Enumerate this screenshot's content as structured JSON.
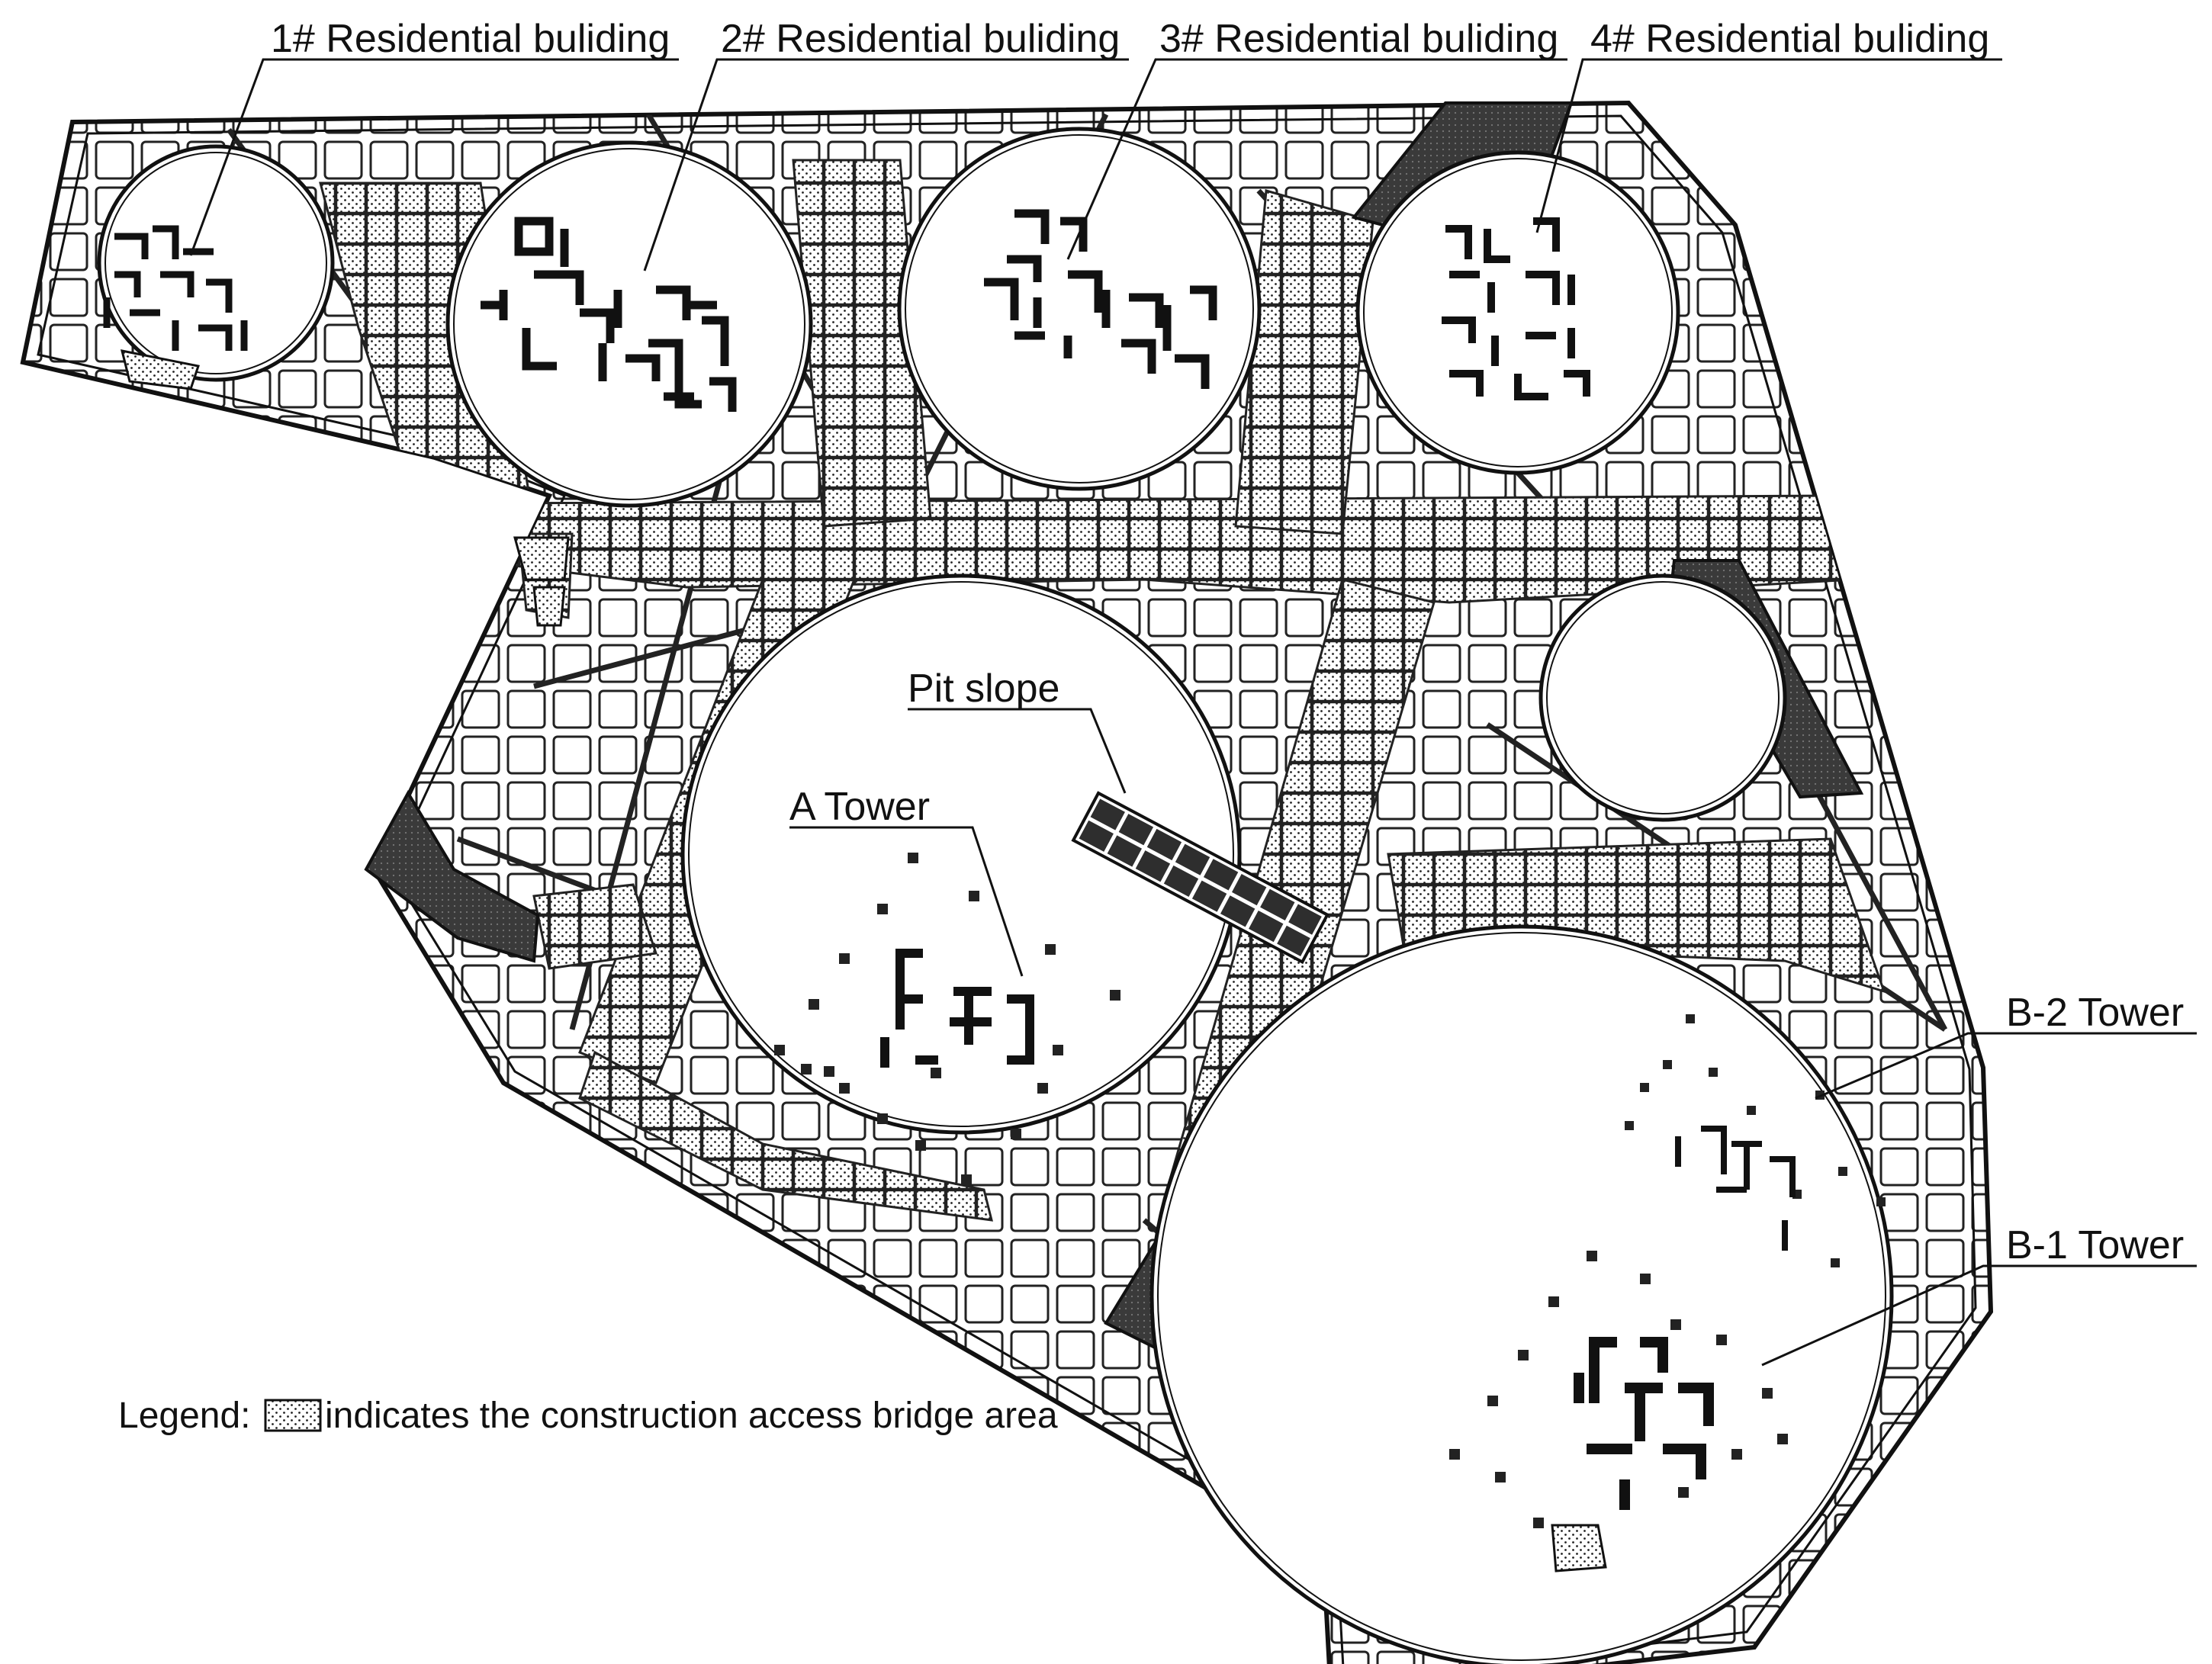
{
  "labels": {
    "res1": "1# Residential buliding",
    "res2": "2# Residential buliding",
    "res3": "3# Residential buliding",
    "res4": "4# Residential buliding",
    "pit_slope": "Pit slope",
    "a_tower": "A Tower",
    "b2_tower": "B-2 Tower",
    "b1_tower": "B-1 Tower"
  },
  "legend": {
    "prefix": "Legend:",
    "text": "indicates the construction access bridge area"
  },
  "colors": {
    "line": "#1a1a1a",
    "bridge_hatch": "dotted-stipple",
    "dark_area": "#3a3a3a"
  }
}
